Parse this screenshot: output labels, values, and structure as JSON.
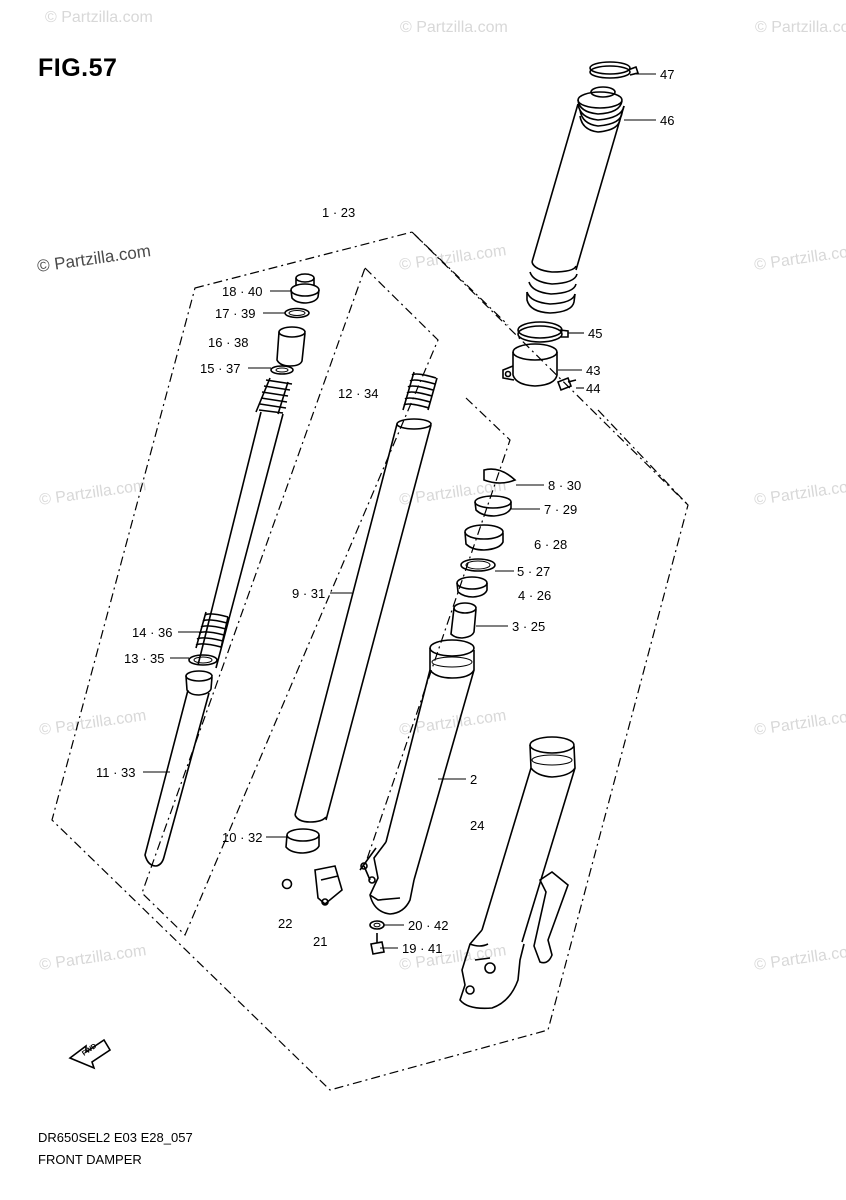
{
  "figure_title": "FIG.57",
  "footer": {
    "model_code": "DR650SEL2  E03  E28_057",
    "diagram_name": "FRONT DAMPER"
  },
  "watermark": {
    "text": "© Partzilla.com"
  },
  "fwd_label": "FWD",
  "callouts": {
    "c47": "47",
    "c46": "46",
    "c1_23": "1 · 23",
    "c45": "45",
    "c43": "43",
    "c44": "44",
    "c18_40": "18 · 40",
    "c17_39": "17 · 39",
    "c16_38": "16 · 38",
    "c15_37": "15 · 37",
    "c12_34": "12 · 34",
    "c8_30": "8 · 30",
    "c7_29": "7 · 29",
    "c6_28": "6 · 28",
    "c5_27": "5 · 27",
    "c4_26": "4 · 26",
    "c3_25": "3 · 25",
    "c9_31": "9 · 31",
    "c14_36": "14 · 36",
    "c13_35": "13 · 35",
    "c11_33": "11 · 33",
    "c2": "2",
    "c24": "24",
    "c10_32": "10 · 32",
    "c22": "22",
    "c21": "21",
    "c20_42": "20 · 42",
    "c19_41": "19 · 41"
  }
}
